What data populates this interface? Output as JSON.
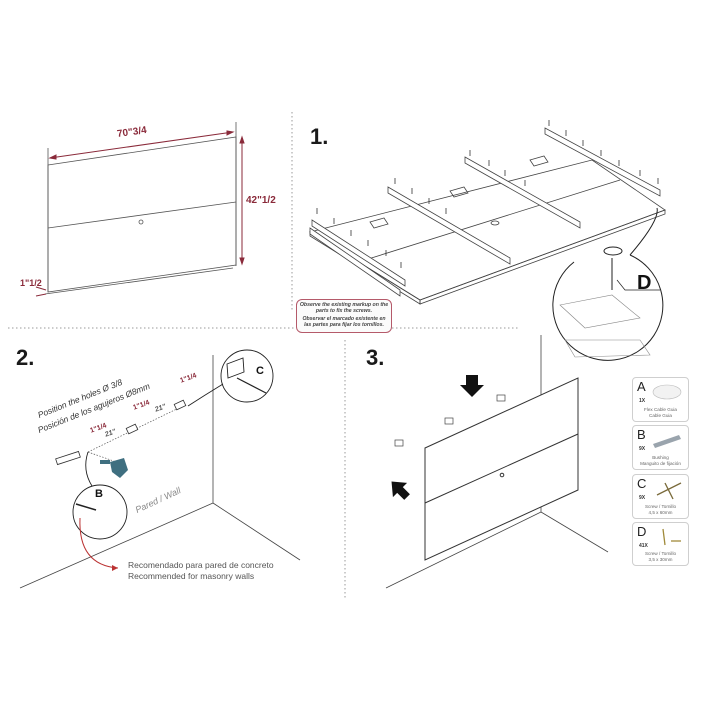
{
  "dimensions": {
    "width": "70\"3/4",
    "height": "42\"1/2",
    "depth": "1\"1/2"
  },
  "steps": [
    {
      "number": "1."
    },
    {
      "number": "2."
    },
    {
      "number": "3."
    }
  ],
  "note": {
    "english": "Observe the existing markup on the parts to fix the screws.",
    "spanish": "Observar el marcado existente en las partes para fijar los tornillos."
  },
  "step2": {
    "position_en": "Position the holes  Ø 3/8",
    "position_es": "Posición de los agujeros Ø8mm",
    "spacing_vertical": "1\"1/4",
    "spacing_horizontal": "21\"",
    "wall_label": "Pared / Wall",
    "recommend_es": "Recomendado para pared de concreto",
    "recommend_en": "Recommended for masonry walls",
    "callout_b": "B",
    "callout_c": "C"
  },
  "step1": {
    "callout_d": "D"
  },
  "parts": [
    {
      "letter": "A",
      "qty": "1X",
      "desc_en": "Flex Cable Guia",
      "desc_es": "Cable Guia"
    },
    {
      "letter": "B",
      "qty": "9X",
      "desc_en": "Bushing",
      "desc_es": "Manguito de fijación"
    },
    {
      "letter": "C",
      "qty": "9X",
      "desc_en": "Screw / Tornillo",
      "desc_es": "4,5 x 60mm"
    },
    {
      "letter": "D",
      "qty": "41X",
      "desc_en": "Screw / Tornillo",
      "desc_es": "3,5 x 30mm"
    }
  ],
  "colors": {
    "dimension_red": "#8a2a3a",
    "note_border": "#b55a6a",
    "drill_blue": "#3f6f80",
    "line": "#555555"
  }
}
